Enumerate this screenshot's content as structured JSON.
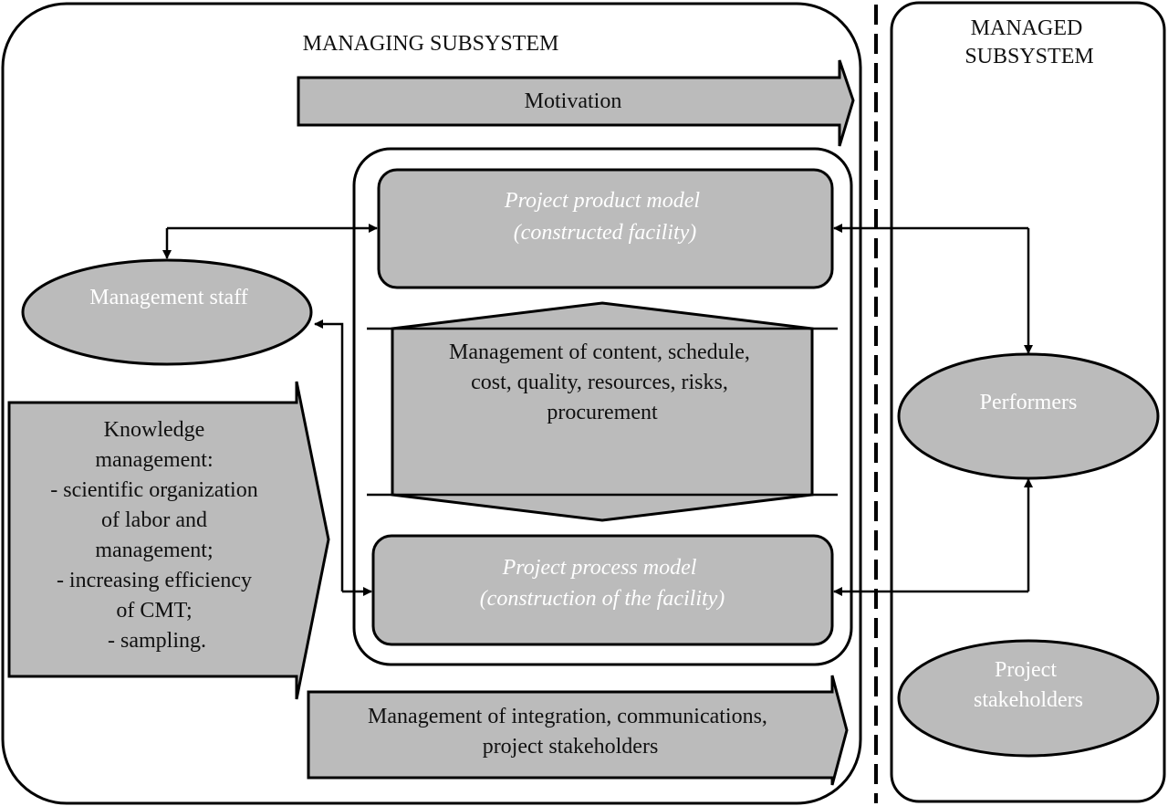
{
  "managing": {
    "title": "MANAGING SUBSYSTEM",
    "motivation": "Motivation",
    "product_model": [
      "Project product model",
      "(constructed facility)"
    ],
    "management_areas": [
      "Management of content, schedule,",
      "cost, quality, resources, risks,",
      "procurement"
    ],
    "process_model": [
      "Project process model",
      "(construction of the facility)"
    ],
    "management_staff": "Management staff",
    "knowledge": [
      "Knowledge",
      "management:",
      "- scientific organization",
      "of labor and",
      "management;",
      "- increasing efficiency",
      "of CMT;",
      "- sampling."
    ],
    "integration": [
      "Management of integration, communications,",
      "project stakeholders"
    ]
  },
  "managed": {
    "title": [
      "MANAGED",
      "SUBSYSTEM"
    ],
    "performers": "Performers",
    "stakeholders": [
      "Project",
      "stakeholders"
    ]
  },
  "colors": {
    "fill": "#bbbbbb",
    "stroke": "#000000"
  }
}
